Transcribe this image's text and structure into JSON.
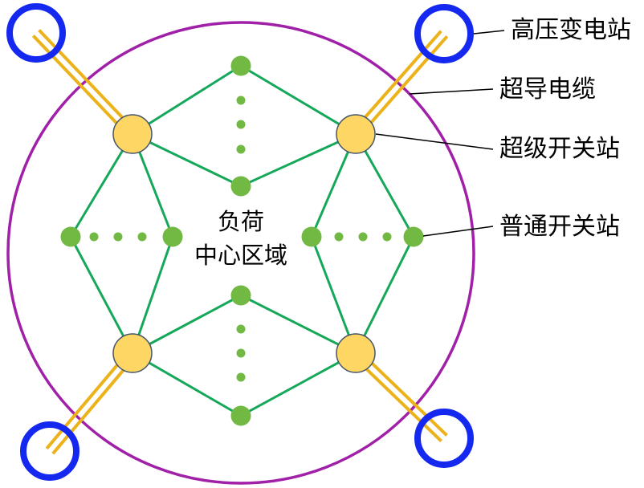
{
  "legend": {
    "substation": "高压变电站",
    "cable": "超导电缆",
    "super_switch": "超级开关站",
    "normal_switch": "普通开关站"
  },
  "center_label": {
    "line1": "负荷",
    "line2": "中心区域"
  },
  "colors": {
    "boundary": "#A020A8",
    "substation": "#1428F0",
    "cable": "#EBB21A",
    "super_switch_fill": "#FDD663",
    "super_switch_stroke": "#44546A",
    "network_line": "#15A85A",
    "normal_switch": "#72B944"
  }
}
